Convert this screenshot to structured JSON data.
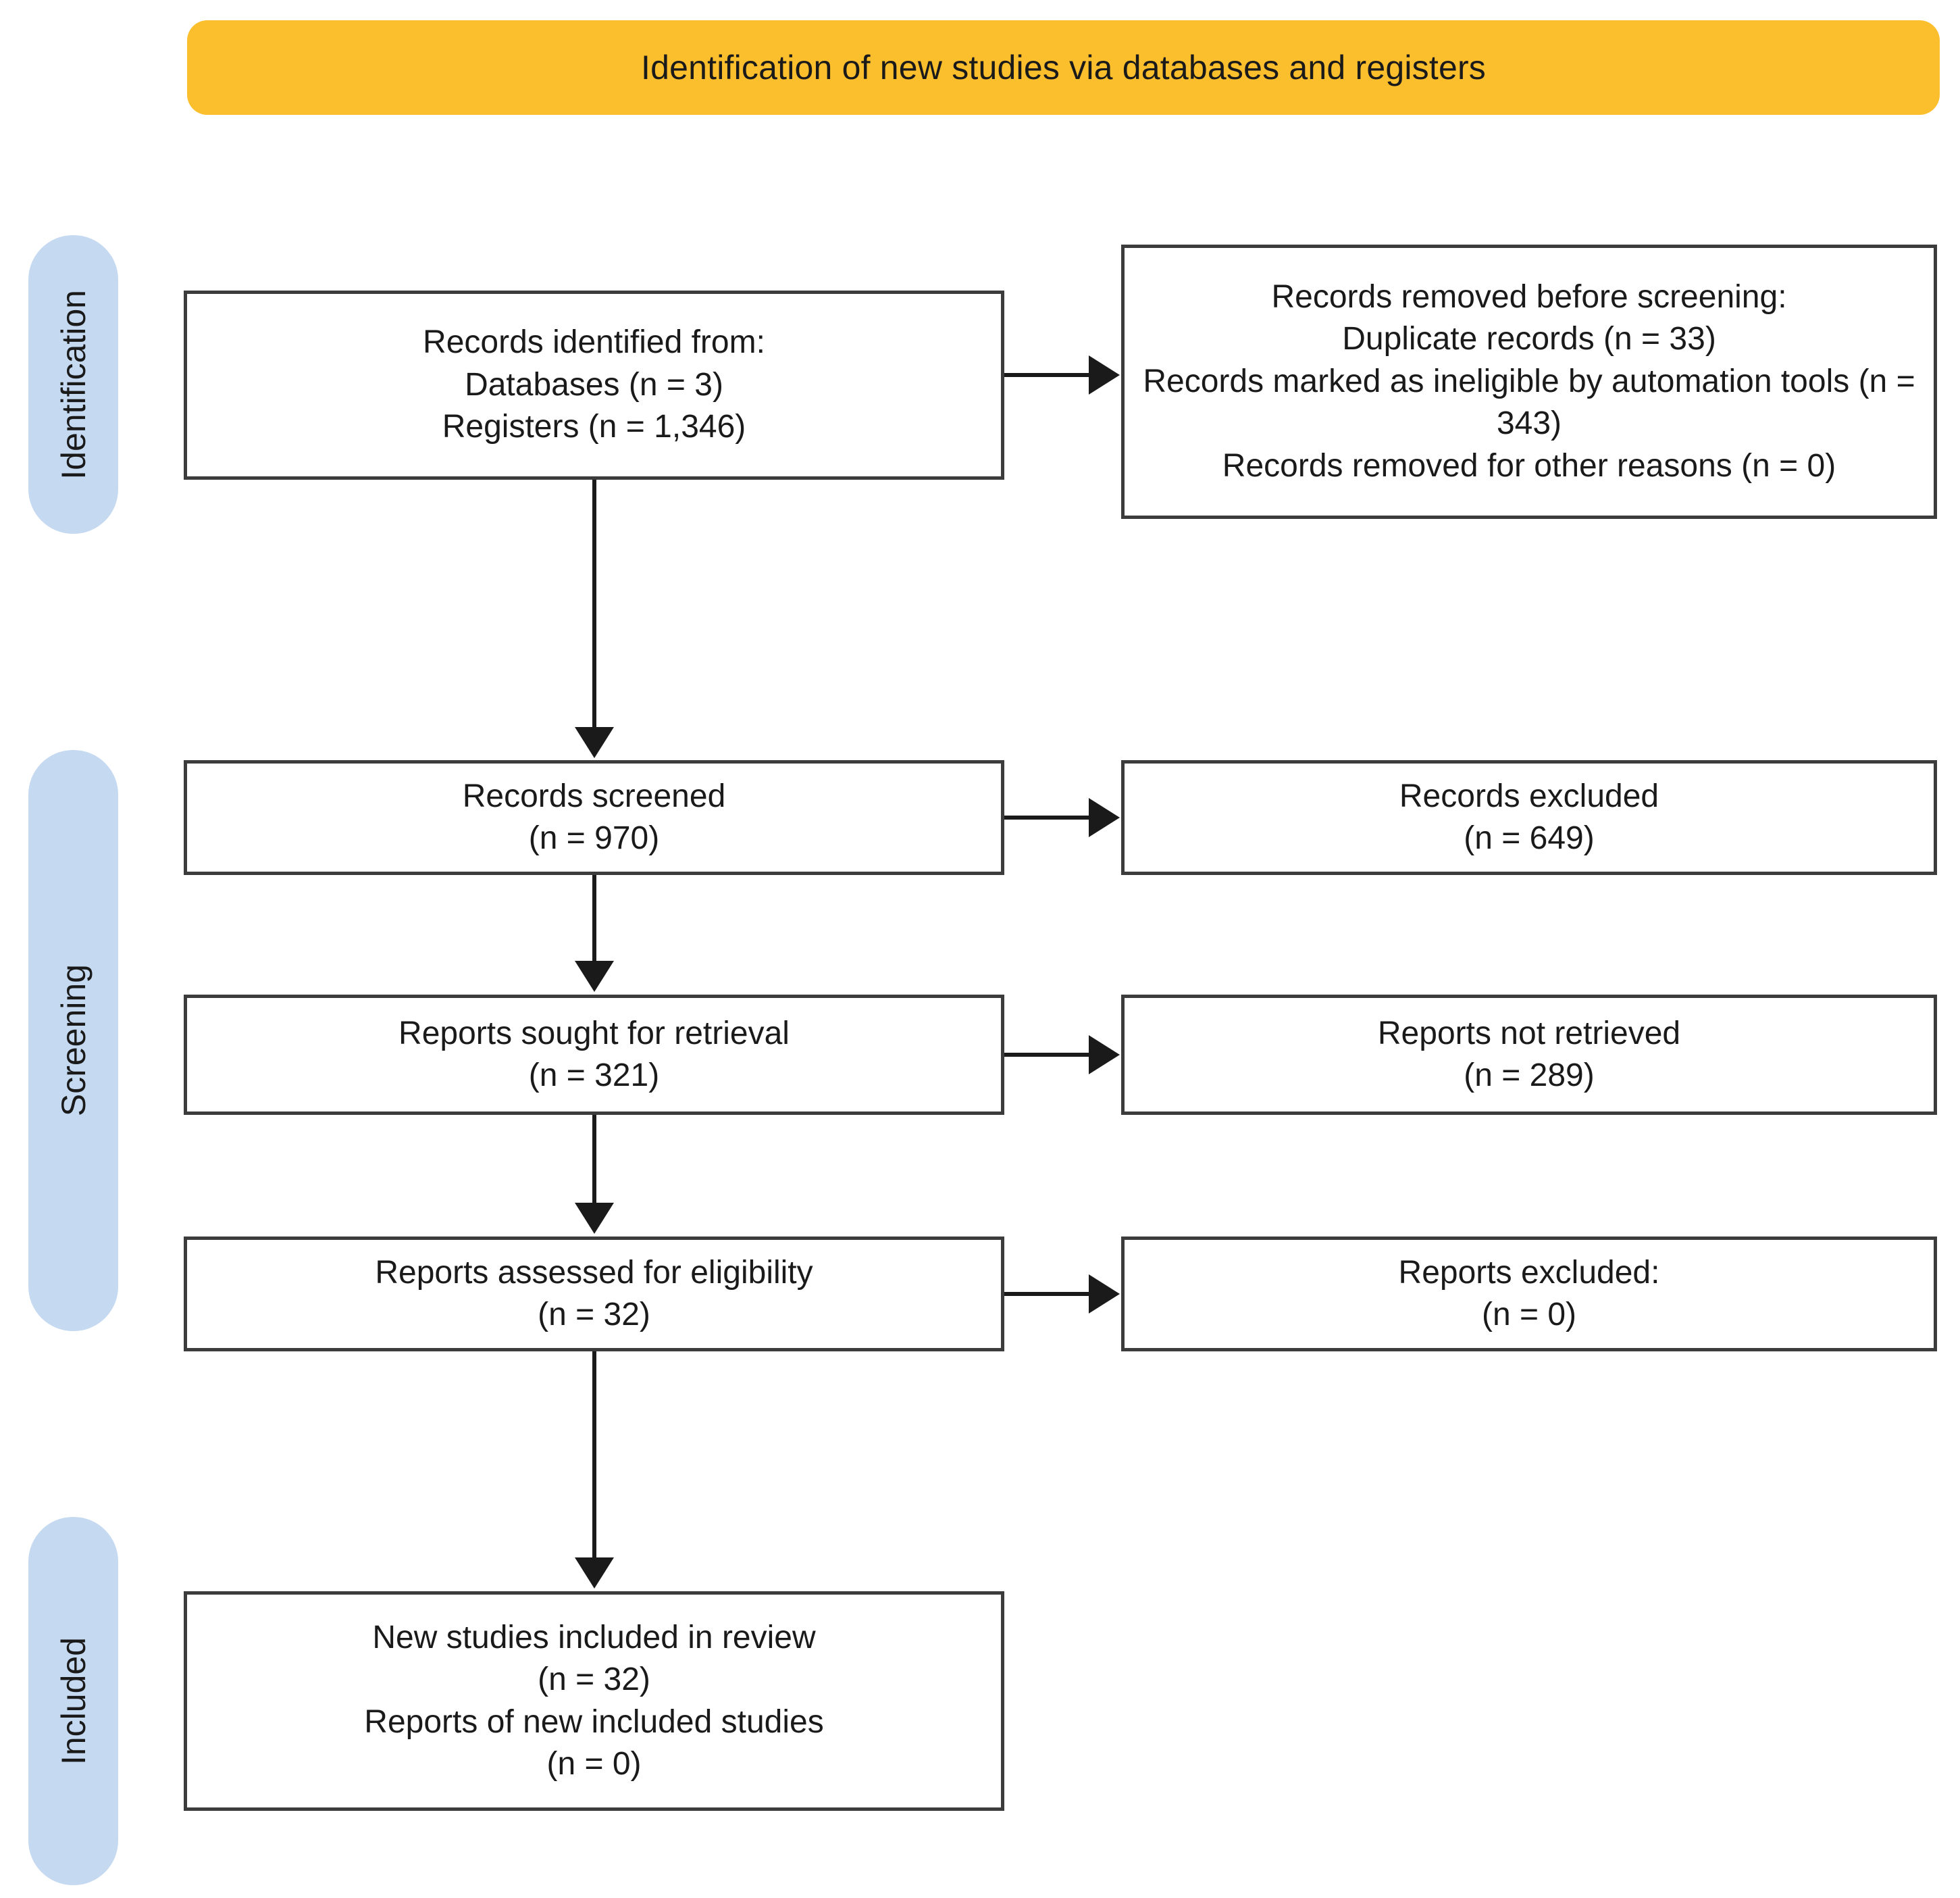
{
  "header": {
    "title": "Identification of new studies via databases and registers",
    "background_color": "#fbbf2d"
  },
  "stages": {
    "pill_color": "#c5d9f1",
    "identification": "Identification",
    "screening": "Screening",
    "included": "Included"
  },
  "boxes": {
    "identified": {
      "lines": [
        "Records identified from:",
        "Databases (n = 3)",
        "Registers (n = 1,346)"
      ]
    },
    "removed_before_screening": {
      "lines": [
        "Records removed before screening:",
        "Duplicate records (n = 33)",
        "Records marked as ineligible by automation tools (n = 343)",
        "Records removed for other reasons (n = 0)"
      ]
    },
    "records_screened": {
      "lines": [
        "Records screened",
        "(n = 970)"
      ]
    },
    "records_excluded": {
      "lines": [
        "Records excluded",
        "(n = 649)"
      ]
    },
    "reports_sought": {
      "lines": [
        "Reports sought for retrieval",
        "(n = 321)"
      ]
    },
    "reports_not_retrieved": {
      "lines": [
        "Reports not retrieved",
        "(n = 289)"
      ]
    },
    "reports_assessed": {
      "lines": [
        "Reports assessed for eligibility",
        "(n = 32)"
      ]
    },
    "reports_excluded": {
      "lines": [
        "Reports excluded:",
        "(n = 0)"
      ]
    },
    "new_studies_included": {
      "lines": [
        "New studies included in review",
        "(n = 32)",
        "Reports of new included studies",
        "(n = 0)"
      ]
    }
  },
  "chart_data": {
    "type": "diagram",
    "title": "Identification of new studies via databases and registers",
    "diagram_kind": "PRISMA 2020 flow diagram",
    "stages": [
      "Identification",
      "Screening",
      "Included"
    ],
    "nodes": [
      {
        "id": "identified",
        "stage": "Identification",
        "column": "left",
        "label": "Records identified from: Databases (n = 3); Registers (n = 1,346)",
        "counts": {
          "Databases": 3,
          "Registers": 1346
        }
      },
      {
        "id": "removed_before_screening",
        "stage": "Identification",
        "column": "right",
        "label": "Records removed before screening",
        "counts": {
          "Duplicate records": 33,
          "Records marked as ineligible by automation tools": 343,
          "Records removed for other reasons": 0
        }
      },
      {
        "id": "records_screened",
        "stage": "Screening",
        "column": "left",
        "label": "Records screened",
        "counts": {
          "n": 970
        }
      },
      {
        "id": "records_excluded",
        "stage": "Screening",
        "column": "right",
        "label": "Records excluded",
        "counts": {
          "n": 649
        }
      },
      {
        "id": "reports_sought",
        "stage": "Screening",
        "column": "left",
        "label": "Reports sought for retrieval",
        "counts": {
          "n": 321
        }
      },
      {
        "id": "reports_not_retrieved",
        "stage": "Screening",
        "column": "right",
        "label": "Reports not retrieved",
        "counts": {
          "n": 289
        }
      },
      {
        "id": "reports_assessed",
        "stage": "Screening",
        "column": "left",
        "label": "Reports assessed for eligibility",
        "counts": {
          "n": 32
        }
      },
      {
        "id": "reports_excluded",
        "stage": "Screening",
        "column": "right",
        "label": "Reports excluded:",
        "counts": {
          "n": 0
        }
      },
      {
        "id": "new_studies_included",
        "stage": "Included",
        "column": "left",
        "label": "New studies included in review",
        "counts": {
          "New studies included in review": 32,
          "Reports of new included studies": 0
        }
      }
    ],
    "edges": [
      {
        "from": "identified",
        "to": "removed_before_screening",
        "direction": "right"
      },
      {
        "from": "identified",
        "to": "records_screened",
        "direction": "down"
      },
      {
        "from": "records_screened",
        "to": "records_excluded",
        "direction": "right"
      },
      {
        "from": "records_screened",
        "to": "reports_sought",
        "direction": "down"
      },
      {
        "from": "reports_sought",
        "to": "reports_not_retrieved",
        "direction": "right"
      },
      {
        "from": "reports_sought",
        "to": "reports_assessed",
        "direction": "down"
      },
      {
        "from": "reports_assessed",
        "to": "reports_excluded",
        "direction": "right"
      },
      {
        "from": "reports_assessed",
        "to": "new_studies_included",
        "direction": "down"
      }
    ]
  }
}
